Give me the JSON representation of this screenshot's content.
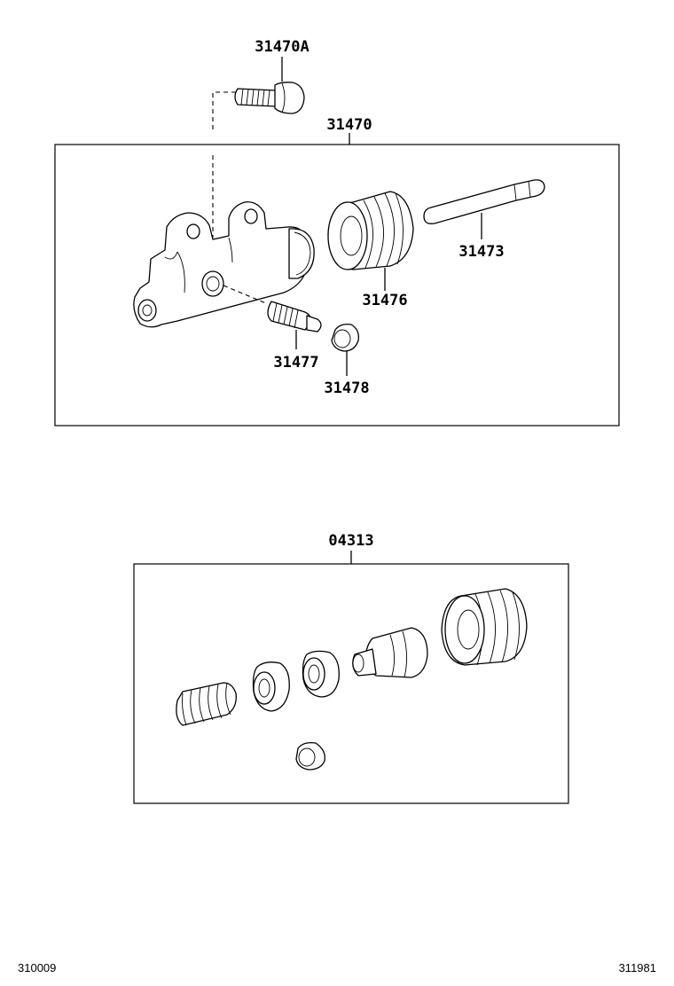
{
  "labels": {
    "bolt": "31470A",
    "assembly": "31470",
    "push_rod": "31473",
    "boot": "31476",
    "bleeder_plug": "31477",
    "bleeder_cap": "31478",
    "repair_kit": "04313"
  },
  "footer": {
    "left_code": "310009",
    "right_code": "311981"
  }
}
